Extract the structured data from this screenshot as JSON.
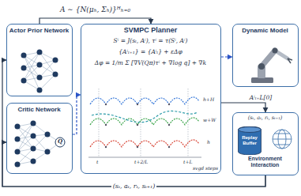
{
  "diagram": {
    "nodes": [
      {
        "text": [
          "Actor Prior Network"
        ]
      },
      {
        "text": [
          "Critic Network"
        ]
      },
      {
        "text": [
          "SVMPC Planner",
          "Sⁱ = J(sₜ, Aⁱ), τⁱ = τ(Sⁱ, Aⁱ)",
          "{Aⁱₜ₊₁} = {Aⁱₜ} + εΔφ",
          "Δφ = 1/m Σ [∇V(Qπ)τⁱ + ∇log q] + ∇k"
        ]
      },
      {
        "text": [
          "Dynamic Model"
        ]
      },
      {
        "text": [
          "(sₜ, aₜ, rₜ, sₜ₊₁)",
          "Environment Interaction"
        ]
      },
      {
        "text": [
          "Replay Buffer"
        ],
        "in": 4
      }
    ],
    "edges": [
      {
        "from": 0,
        "to": 2,
        "label": "A ∼ {N(μₕ, Σₕ)}ᴴₕ₌₀",
        "arrow": "to"
      },
      {
        "from": 1,
        "to": 2,
        "arrow": "to"
      },
      {
        "from": 2,
        "to": 3,
        "arrow": "to"
      },
      {
        "from": 2,
        "to": 4,
        "label": "Aⁱₜ₊L[0]",
        "arrow": "to"
      },
      {
        "from": 4,
        "to": 0,
        "label": "(sₜ, aₜ, rₜ, sₜ₊₁)",
        "arrow": "to"
      },
      {
        "from": 4,
        "to": 1,
        "arrow": "to"
      }
    ],
    "labels": [
      "h+H",
      "w+W",
      "h",
      "t",
      "t+2/L",
      "t+L",
      "svgd steps",
      "Q"
    ]
  }
}
